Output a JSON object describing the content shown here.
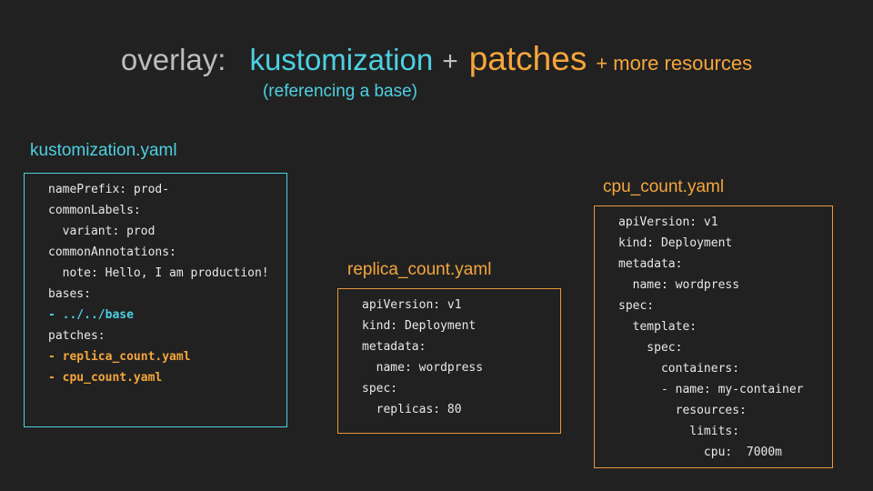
{
  "title": {
    "overlay": "overlay:",
    "kustomization": "kustomization",
    "plus": "+",
    "patches": "patches",
    "more_resources": "+ more resources",
    "subtitle": "(referencing a base)"
  },
  "colors": {
    "background": "#212121",
    "title_gray": "#BDBDBD",
    "accent_cyan": "#4DD0E1",
    "accent_orange": "#F5A63C",
    "border_orange": "#E8973C",
    "code_text": "#E8E8E8"
  },
  "boxes": [
    {
      "label": "kustomization.yaml",
      "accent": "cyan",
      "lines": [
        "namePrefix: prod-",
        "commonLabels:",
        "  variant: prod",
        "commonAnnotations:",
        "  note: Hello, I am production!",
        "bases:",
        "- ../../base",
        "patches:",
        "- replica_count.yaml",
        "- cpu_count.yaml"
      ]
    },
    {
      "label": "replica_count.yaml",
      "accent": "orange",
      "lines": [
        "apiVersion: v1",
        "kind: Deployment",
        "metadata:",
        "  name: wordpress",
        "spec:",
        "  replicas: 80"
      ]
    },
    {
      "label": "cpu_count.yaml",
      "accent": "orange",
      "lines": [
        "apiVersion: v1",
        "kind: Deployment",
        "metadata:",
        "  name: wordpress",
        "spec:",
        "  template:",
        "    spec:",
        "      containers:",
        "      - name: my-container",
        "        resources:",
        "          limits:",
        "            cpu:  7000m"
      ]
    }
  ]
}
